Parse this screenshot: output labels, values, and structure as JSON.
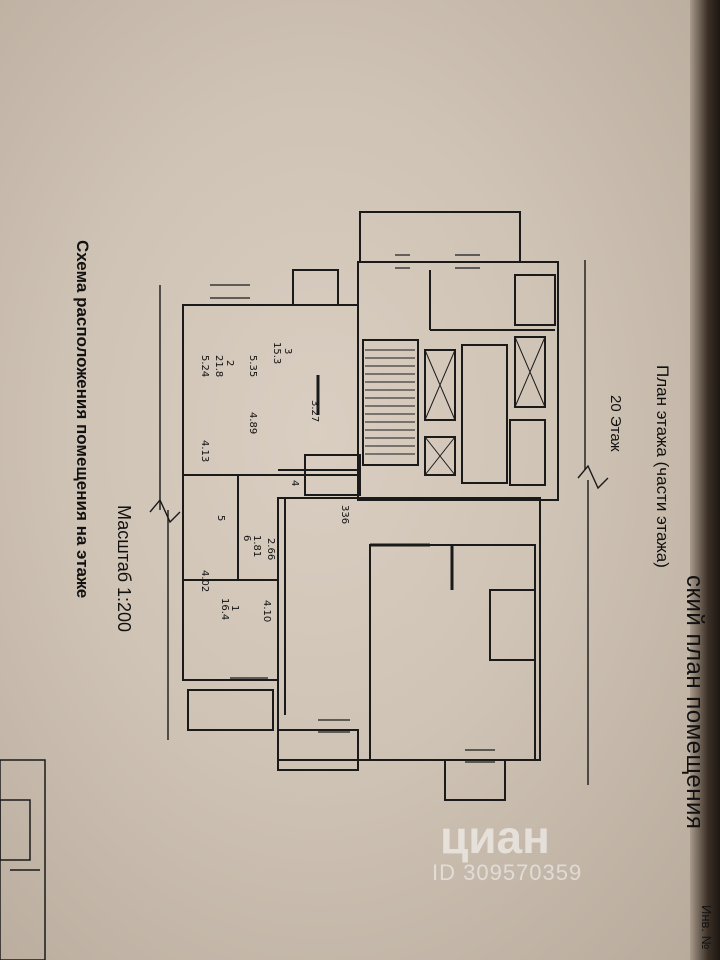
{
  "header": {
    "title": "ский план помещения",
    "subtitle": "План этажа (части этажа)",
    "floor": "20 Этаж",
    "corner_note": "Инв. №"
  },
  "footer": {
    "scale": "Масштаб 1:200",
    "scheme": "Схема расположения помещения на этаже"
  },
  "rooms": [
    {
      "number": "1",
      "area": "16.4"
    },
    {
      "number": "2",
      "area": "21.8"
    },
    {
      "number": "3",
      "area": "15.3"
    },
    {
      "number": "4",
      "area": ""
    },
    {
      "number": "5",
      "area": ""
    },
    {
      "number": "6",
      "area": "1.81"
    }
  ],
  "dimensions": [
    "3.27",
    "5.35",
    "4.89",
    "5.24",
    "4.13",
    "2.66",
    "336",
    "4.10",
    "4.02"
  ],
  "watermark": {
    "brand": "циан",
    "id": "ID 309570359"
  }
}
